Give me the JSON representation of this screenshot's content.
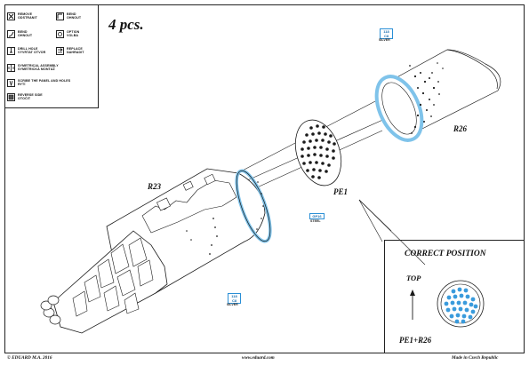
{
  "quantity": "4 pcs.",
  "legend": {
    "items": [
      {
        "icon": "remove-icon",
        "label": "REMOVE\nODSTRANIT"
      },
      {
        "icon": "bend-icon",
        "label": "BEND\nOHNOUT"
      },
      {
        "icon": "bend-icon",
        "label": "BEND\nOHNOUT"
      },
      {
        "icon": "option-icon",
        "label": "OPTION\nVOLBA"
      },
      {
        "icon": "drill-icon",
        "label": "DRILL HOLE\nVYVRTAT OTVOR"
      },
      {
        "icon": "replace-icon",
        "label": "REPLACE\nNAHRADIT"
      },
      {
        "icon": "symmetrical-assembly-icon",
        "label": "SYMETRICAL ASSEMBLY\nSYMETRICKÁ MONTÁŽ"
      },
      {
        "icon": "scribe-icon",
        "label": "SCRIBE THE PANEL AND HOLES\nRYTÍ"
      },
      {
        "icon": "reverse-side-icon",
        "label": "REVERSE SIDE\nOTOČIT"
      }
    ]
  },
  "parts": {
    "r26": "R26",
    "r23": "R23",
    "pe1": "PE1"
  },
  "color_tags": [
    {
      "code": "118",
      "name": "C8",
      "sub": "SILVER"
    },
    {
      "code": "118",
      "name": "C8",
      "sub": "SILVER"
    },
    {
      "code": "GP16",
      "name": "",
      "sub": "STEEL"
    }
  ],
  "correct_position": {
    "title": "CORRECT POSITION",
    "top_label": "TOP",
    "part_label": "PE1+R26"
  },
  "footer": {
    "copyright": "© EDUARD M.A. 2016",
    "website": "www.eduard.com",
    "made_in": "Made in Czech Republic"
  },
  "colors": {
    "accent_blue": "#2a8fd6",
    "light_blue": "#9fd0ee",
    "line": "#1a1a1a"
  }
}
